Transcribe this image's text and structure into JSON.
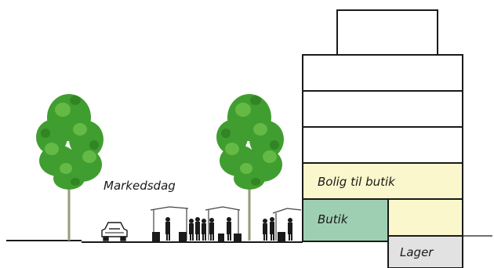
{
  "labels": {
    "event": "Markedsdag",
    "housing": "Bolig til butik",
    "shop": "Butik",
    "storage": "Lager"
  },
  "colors": {
    "housing_fill": "#fbf7cc",
    "shop_fill": "#9fcfb2",
    "storage_fill": "#e2e2e2",
    "tree_foliage": "#3f9e2f",
    "tree_foliage_light": "#6cc04a",
    "outline": "#1a1a1a"
  },
  "icons": [
    "deciduous-tree",
    "car",
    "market-stall",
    "pedestrian"
  ]
}
